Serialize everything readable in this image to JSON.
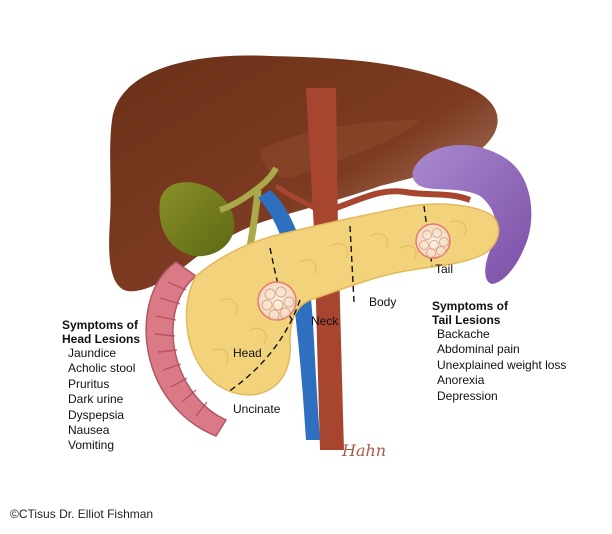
{
  "labels": {
    "head": "Head",
    "neck": "Neck",
    "body": "Body",
    "tail": "Tail",
    "uncinate": "Uncinate"
  },
  "head_lesions": {
    "title_line1": "Symptoms of",
    "title_line2": "Head Lesions",
    "items": [
      "Jaundice",
      "Acholic stool",
      "Pruritus",
      "Dark urine",
      "Dyspepsia",
      "Nausea",
      "Vomiting"
    ]
  },
  "tail_lesions": {
    "title_line1": "Symptoms of",
    "title_line2": "Tail Lesions",
    "items": [
      "Backache",
      "Abdominal pain",
      "Unexplained weight loss",
      "Anorexia",
      "Depression"
    ]
  },
  "signature": "Hahn",
  "credit": "©CTisus Dr. Elliot Fishman",
  "colors": {
    "liver": "#7a3a22",
    "gallbladder": "#6e7a1c",
    "spleen": "#8a5cb0",
    "pancreas": "#f2d27a",
    "duodenum": "#d97a86",
    "artery": "#a8452e",
    "vein": "#2f6fc0",
    "bile_duct": "#a9a84a",
    "tumor": "#f7e8d2"
  }
}
